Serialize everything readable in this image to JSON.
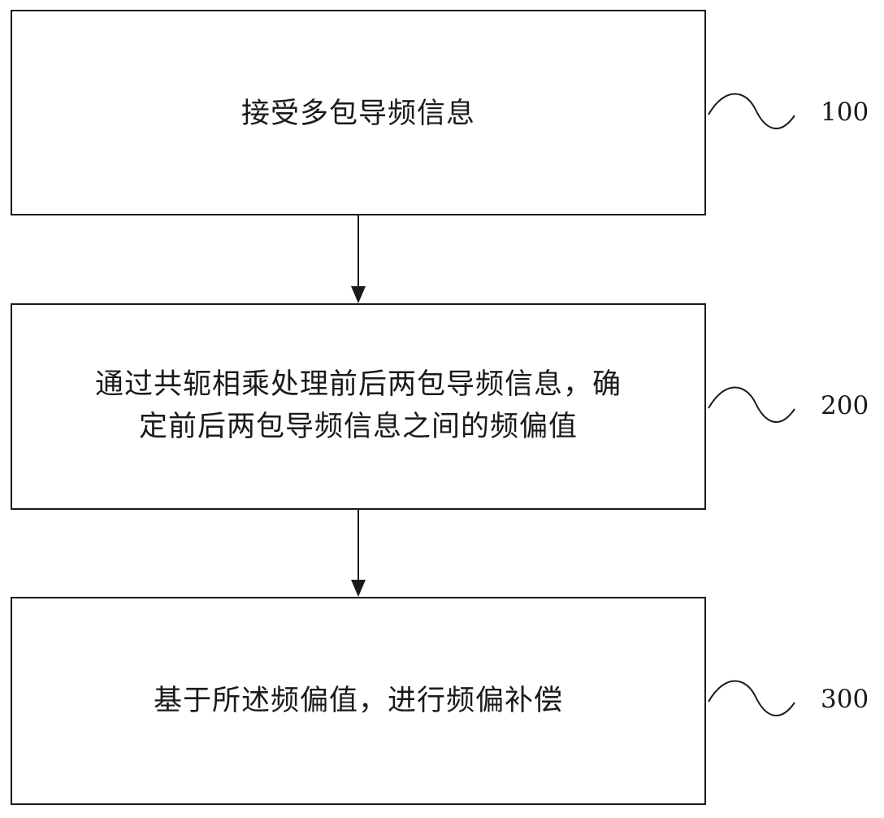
{
  "flowchart": {
    "steps": [
      {
        "text": "接受多包导频信息",
        "ref": "100"
      },
      {
        "text": "通过共轭相乘处理前后两包导频信息，确\n定前后两包导频信息之间的频偏值",
        "ref": "200"
      },
      {
        "text": "基于所述频偏值，进行频偏补偿",
        "ref": "300"
      }
    ]
  },
  "colors": {
    "stroke": "#1a1a1a",
    "background": "#ffffff"
  }
}
